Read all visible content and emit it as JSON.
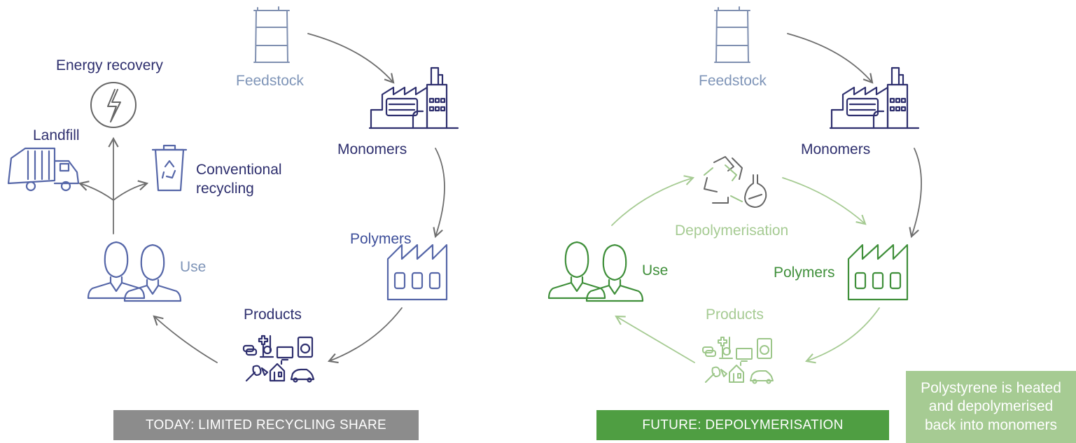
{
  "today": {
    "feedstock": "Feedstock",
    "monomers": "Monomers",
    "polymers": "Polymers",
    "products": "Products",
    "use": "Use",
    "energy_recovery": "Energy recovery",
    "landfill": "Landfill",
    "conventional_recycling_line1": "Conventional",
    "conventional_recycling_line2": "recycling",
    "banner": "TODAY: LIMITED RECYCLING SHARE"
  },
  "future": {
    "feedstock": "Feedstock",
    "monomers": "Monomers",
    "polymers": "Polymers",
    "products": "Products",
    "use": "Use",
    "depolymerisation": "Depolymerisation",
    "banner": "FUTURE: DEPOLYMERISATION"
  },
  "note": {
    "line1": "Polystyrene is heated",
    "line2": "and depolymerised",
    "line3": "back into monomers"
  },
  "colors": {
    "navy": "#2e2f6e",
    "slate_blue": "#7f95b8",
    "green": "#3f8f3a",
    "light_green": "#a6cb93",
    "banner_gray": "#8c8c8c",
    "banner_green": "#4f9e42",
    "arrow_gray": "#6e6e6e"
  },
  "icons": {
    "feedstock": "oil-barrel-icon",
    "monomers": "factory-icon",
    "polymers": "sawtooth-factory-icon",
    "products": "consumer-products-icon",
    "use": "people-icon",
    "energy_recovery": "lightning-icon",
    "landfill": "garbage-truck-icon",
    "conventional_recycling": "recycle-bin-icon",
    "depolymerisation": "recycle-flask-icon"
  }
}
